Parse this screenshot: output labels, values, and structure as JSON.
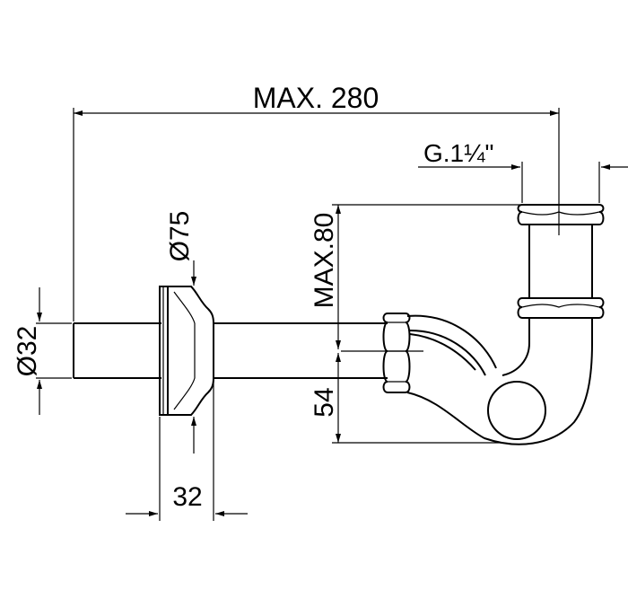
{
  "dimensions": {
    "max_length": "MAX. 280",
    "thread": "G.1¼\"",
    "max_height": "MAX.80",
    "flange_diameter": "Ø75",
    "pipe_diameter": "Ø32",
    "flange_depth": "32",
    "drop": "54"
  },
  "colors": {
    "line": "#000000",
    "background": "#ffffff"
  }
}
